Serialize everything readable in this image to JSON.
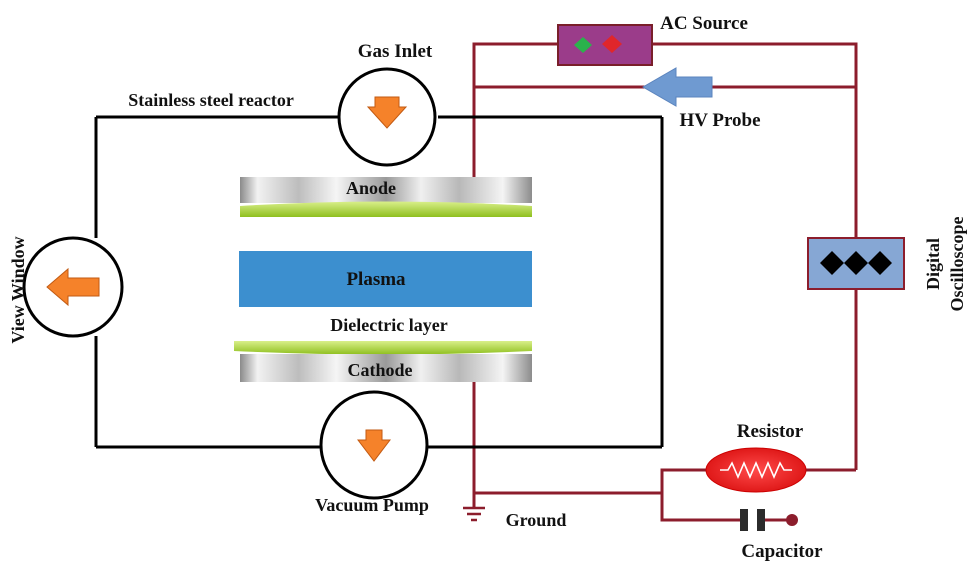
{
  "labels": {
    "gas_inlet": "Gas Inlet",
    "reactor": "Stainless steel reactor",
    "view_window": "View Window",
    "anode": "Anode",
    "plasma": "Plasma",
    "dielectric": "Dielectric layer",
    "cathode": "Cathode",
    "vacuum_pump": "Vacuum Pump",
    "ground": "Ground",
    "ac_source": "AC Source",
    "hv_probe": "HV Probe",
    "oscilloscope_line1": "Digital",
    "oscilloscope_line2": "Oscilloscope",
    "resistor": "Resistor",
    "capacitor": "Capacitor"
  },
  "colors": {
    "wire": "#8c1d2c",
    "reactor_outline": "#000000",
    "arrow_orange": "#f5822a",
    "plasma_blue": "#3c8fcf",
    "electrode_green": "#a6d12b",
    "ac_source_fill": "#9b3c8a",
    "ac_diamond_green": "#2bb24c",
    "ac_diamond_red": "#e0262b",
    "hv_probe_arrow": "#6f9ad1",
    "oscilloscope_fill": "#86a7d4",
    "resistor_fill": "#ee1b1b",
    "capacitor": "#2b2b2b",
    "capacitor_dot": "#8c1d2c"
  },
  "icons": {
    "gas_inlet": "arrow-down-icon",
    "view_window": "arrow-left-icon",
    "vacuum_pump": "arrow-down-icon",
    "hv_probe": "arrow-left-icon",
    "ground": "ground-icon",
    "oscilloscope": "waveform-icon",
    "resistor": "resistor-icon"
  }
}
